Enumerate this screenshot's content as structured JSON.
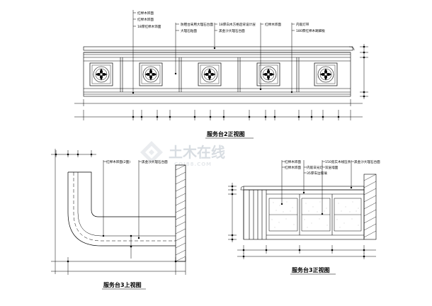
{
  "drawing1": {
    "title": "服务台2正视图",
    "labels": {
      "a1": "红榉木饰面",
      "a2": "红榉木饰面",
      "a3": "18厚红榉木饰面",
      "b1": "防晒台采用大理石台面",
      "b2": "大理石贴面",
      "c1": "18厚白木方格后背设计层",
      "c2": "黑金沙大理石台面",
      "d1": "红榉木饰面",
      "e1": "内嵌灯带",
      "e2": "180厚红榉木踢脚板"
    }
  },
  "drawing2": {
    "title": "服务台3上视图",
    "labels": {
      "a1": "红榉木饰面(2面)",
      "b1": "黑金沙大理石台面"
    }
  },
  "drawing3": {
    "title": "服务台3正视图",
    "labels": {
      "a1": "红榉木饰面",
      "a2": "红榉木饰面",
      "b1": "内嵌日光灯",
      "b2": "35厚车边玻璃",
      "c1": "150宽实木线压条",
      "c2": "双层墙面",
      "d1": "黑金沙大理石台面"
    }
  },
  "watermark": {
    "cn": "土木在线",
    "en": "COI88.COM"
  }
}
